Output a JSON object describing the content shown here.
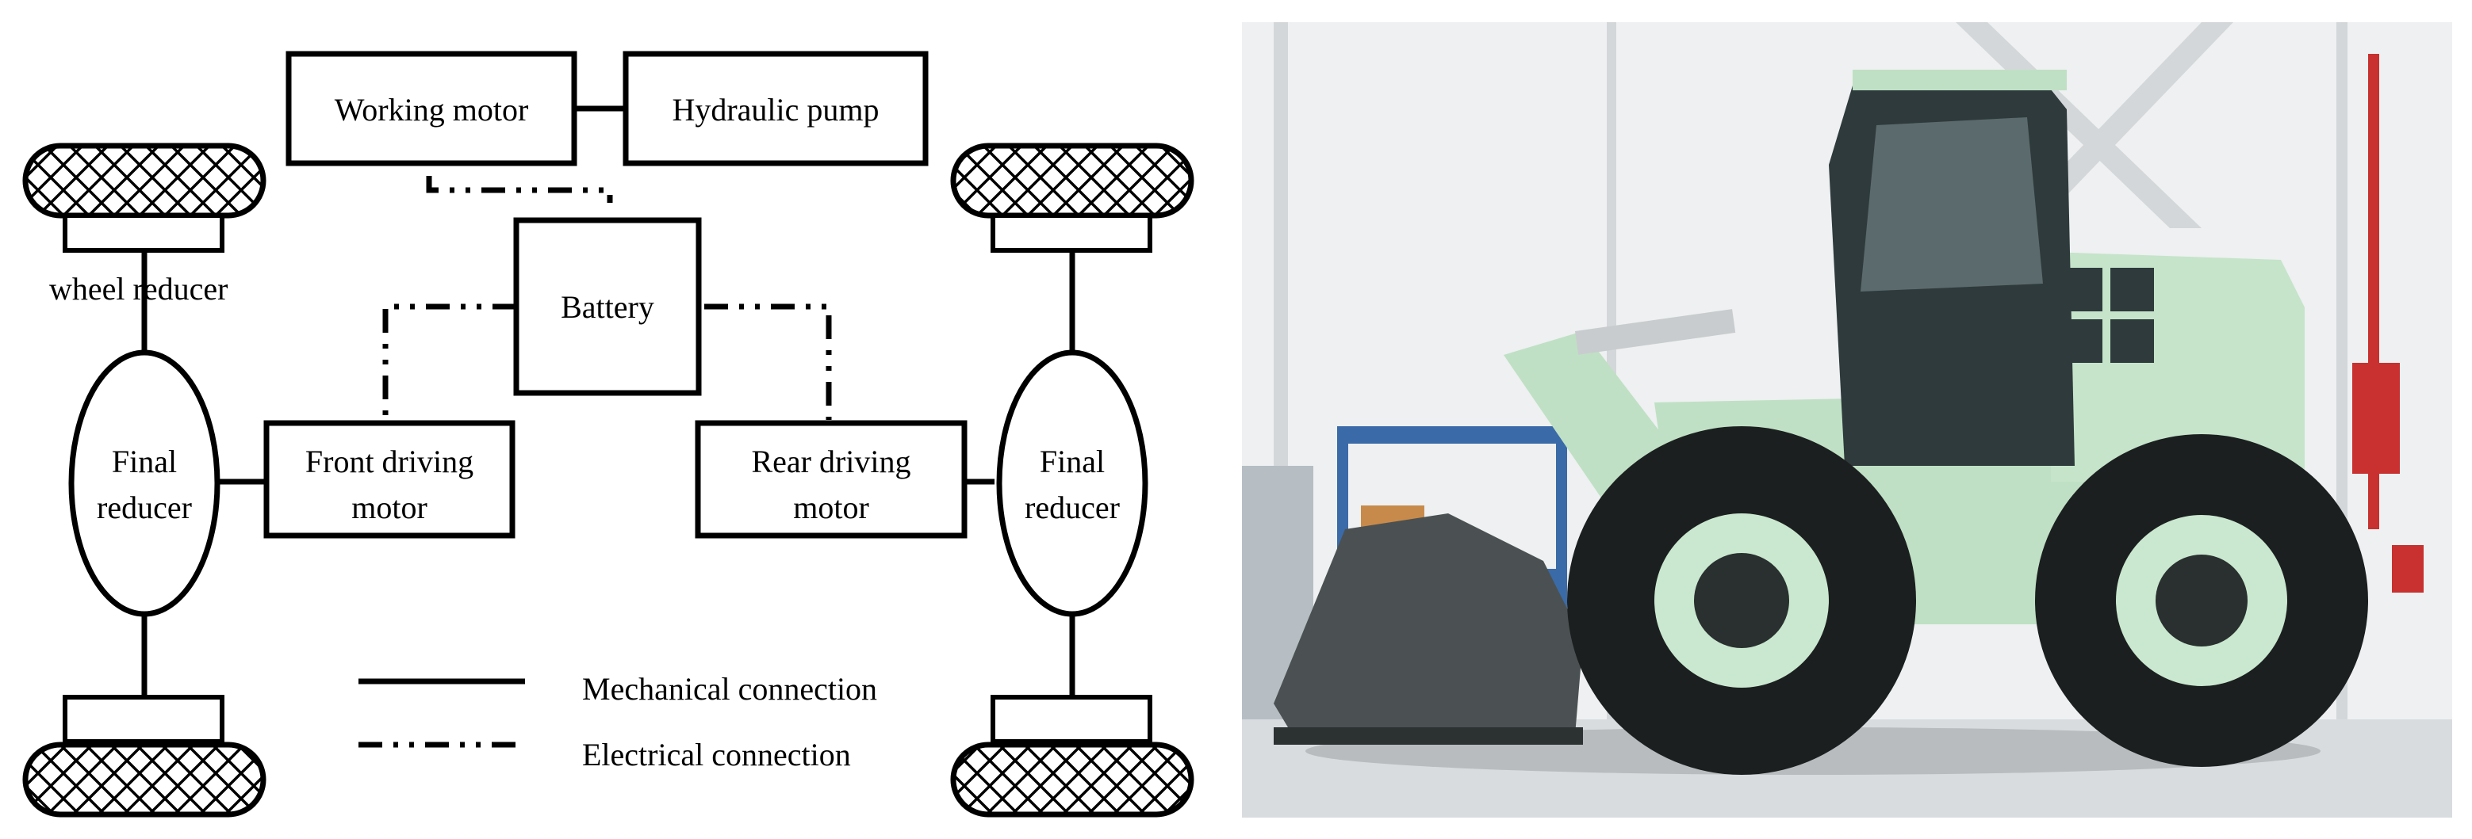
{
  "diagram": {
    "working_motor": "Working motor",
    "hydraulic_pump": "Hydraulic pump",
    "battery": "Battery",
    "wheel_reducer": "wheel reducer",
    "final_reducer_left": [
      "Final",
      "reducer"
    ],
    "final_reducer_right": [
      "Final",
      "reducer"
    ],
    "front_motor": [
      "Front driving",
      "motor"
    ],
    "rear_motor": [
      "Rear driving",
      "motor"
    ],
    "legend": {
      "mechanical": "Mechanical connection",
      "electrical": "Electrical connection"
    }
  },
  "photo": {
    "subject": "electric wheel loader",
    "colors": {
      "body": "#bfe0c4",
      "cab": "#2f3a3c",
      "tire": "#1c1f20",
      "rim": "#c9e8cf",
      "bucket": "#4b5152",
      "floor": "#d8dcde",
      "wall": "#eef0f1",
      "shelf": "#3b6aa8",
      "red_equipment": "#c8312f"
    }
  }
}
